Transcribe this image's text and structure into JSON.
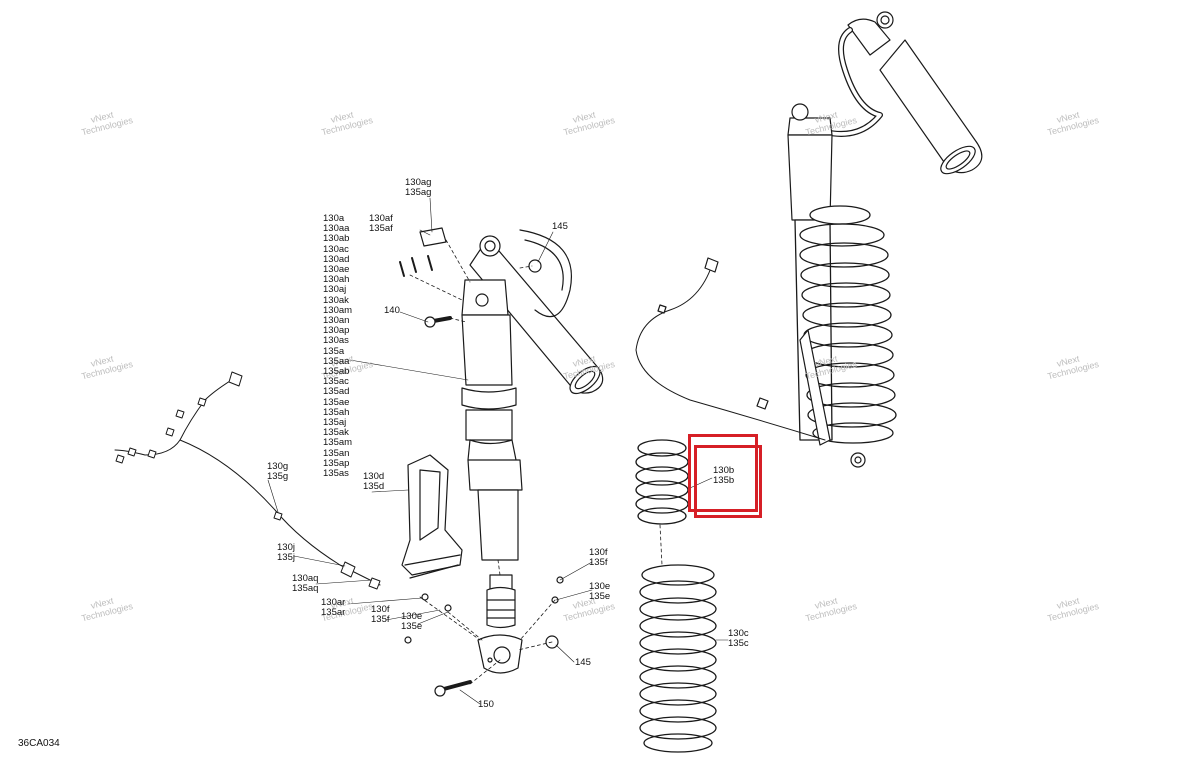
{
  "diagram_ref": "36CA034",
  "watermark": {
    "line1": "vNext",
    "line2": "Technologies"
  },
  "labels": {
    "shock_front_list": "130a\n130aa\n130ab\n130ac\n130ad\n130ae\n130ah\n130aj\n130ak\n130am\n130an\n130ap\n130as\n135a\n135aa\n135ab\n135ac\n135ad\n135ae\n135ah\n135aj\n135ak\n135am\n135an\n135ap\n135as",
    "p130af": "130af\n135af",
    "p130ag": "130ag\n135ag",
    "p145_top": "145",
    "p140": "140",
    "p130g": "130g\n135g",
    "p130d": "130d\n135d",
    "p130j": "130j\n135j",
    "p130aq": "130aq\n135aq",
    "p130ar": "130ar\n135ar",
    "p130f_left": "130f\n135f",
    "p130e_left": "130e\n135e",
    "p130f_right": "130f\n135f",
    "p130e_right": "130e\n135e",
    "p145_bottom": "145",
    "p150": "150",
    "p130b": "130b\n135b",
    "p130c": "130c\n135c"
  },
  "highlight_color": "#d61f26"
}
